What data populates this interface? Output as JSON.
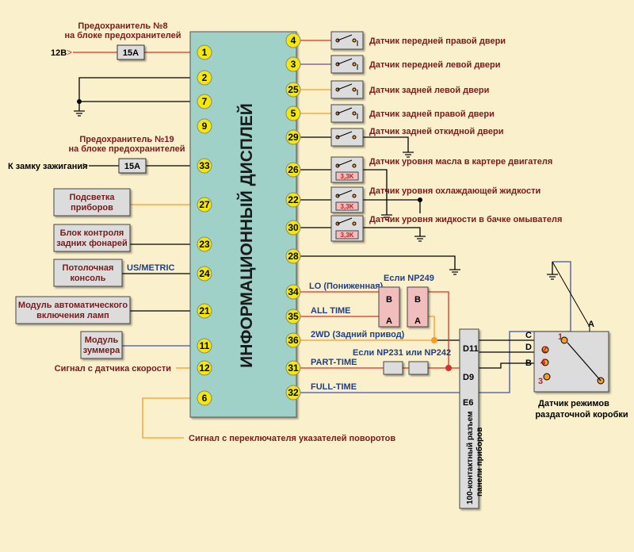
{
  "display": {
    "title": "ИНФОРМАЦИОННЫЙ ДИСПЛЕЙ"
  },
  "pins": {
    "p1": "1",
    "p2": "2",
    "p7": "7",
    "p9": "9",
    "p33": "33",
    "p27": "27",
    "p23": "23",
    "p24": "24",
    "p21": "21",
    "p11": "11",
    "p12": "12",
    "p6": "6",
    "p4": "4",
    "p3": "3",
    "p25": "25",
    "p5": "5",
    "p29": "29",
    "p26": "26",
    "p22": "22",
    "p30": "30",
    "p28": "28",
    "p34": "34",
    "p35": "35",
    "p36": "36",
    "p31": "31",
    "p32": "32"
  },
  "left": {
    "fuse8_title_1": "Предохранитель №8",
    "fuse8_title_2": "на блоке предохранителей",
    "input_12v": "12В",
    "fuse8_value": "15A",
    "fuse19_title_1": "Предохранитель №19",
    "fuse19_title_2": "на блоке предохранителей",
    "ignition": "К замку зажигания",
    "fuse19_value": "15A",
    "backlight_1": "Подсветка",
    "backlight_2": "приборов",
    "rear_lights_1": "Блок контроля",
    "rear_lights_2": "задних фонарей",
    "ceiling_1": "Потолочная",
    "ceiling_2": "консоль",
    "us_metric": "US/METRIC",
    "auto_lamps_1": "Модуль автоматического",
    "auto_lamps_2": "включения ламп",
    "buzzer_1": "Модуль",
    "buzzer_2": "зуммера",
    "speed_signal": "Сигнал с датчика скорости",
    "turn_signal": "Сигнал с переключателя указателей поворотов"
  },
  "right": {
    "front_right_door": "Датчик передней правой двери",
    "front_left_door": "Датчик передней левой двери",
    "rear_left_door": "Датчик задней левой двери",
    "rear_right_door": "Датчик задней правой двери",
    "tailgate": "Датчик задней откидной двери",
    "oil_level": "Датчик уровня масла в картере двигателя",
    "coolant_level": "Датчик уровня охлаждающей жидкости",
    "washer_level": "Датчик уровня жидкости в бачке омывателя",
    "resistor": "3,3K",
    "lo": "LO (Пониженная)",
    "np249": "Если NP249",
    "all_time": "ALL TIME",
    "twowd": "2WD (Задний привод)",
    "np231": "Если NP231 или NP242",
    "part_time": "PART-TIME",
    "full_time": "FULL-TIME",
    "b": "B",
    "a": "A"
  },
  "connector": {
    "d11": "D11",
    "d9": "D9",
    "e6": "E6",
    "label_1": "100-контактный разъем",
    "label_2": "панели приборов"
  },
  "transfer": {
    "wire_c": "C",
    "wire_d": "D",
    "wire_b": "B",
    "wire_a": "A",
    "pin1": "1",
    "pin2": "2",
    "pin3": "3",
    "pin4": "4",
    "label_1": "Датчик режимов",
    "label_2": "раздаточной коробки"
  },
  "colors": {
    "background": "#fbf0cc",
    "display": "#9fd1c9",
    "pin_circle": "#f6e900",
    "wire_red": "#d9302a",
    "wire_orange": "#f59b28",
    "wire_blue": "#4054a4",
    "wire_purple": "#6f4b9c",
    "box_fill": "#dcdcdc",
    "relay_fill": "#f2bdbd"
  }
}
